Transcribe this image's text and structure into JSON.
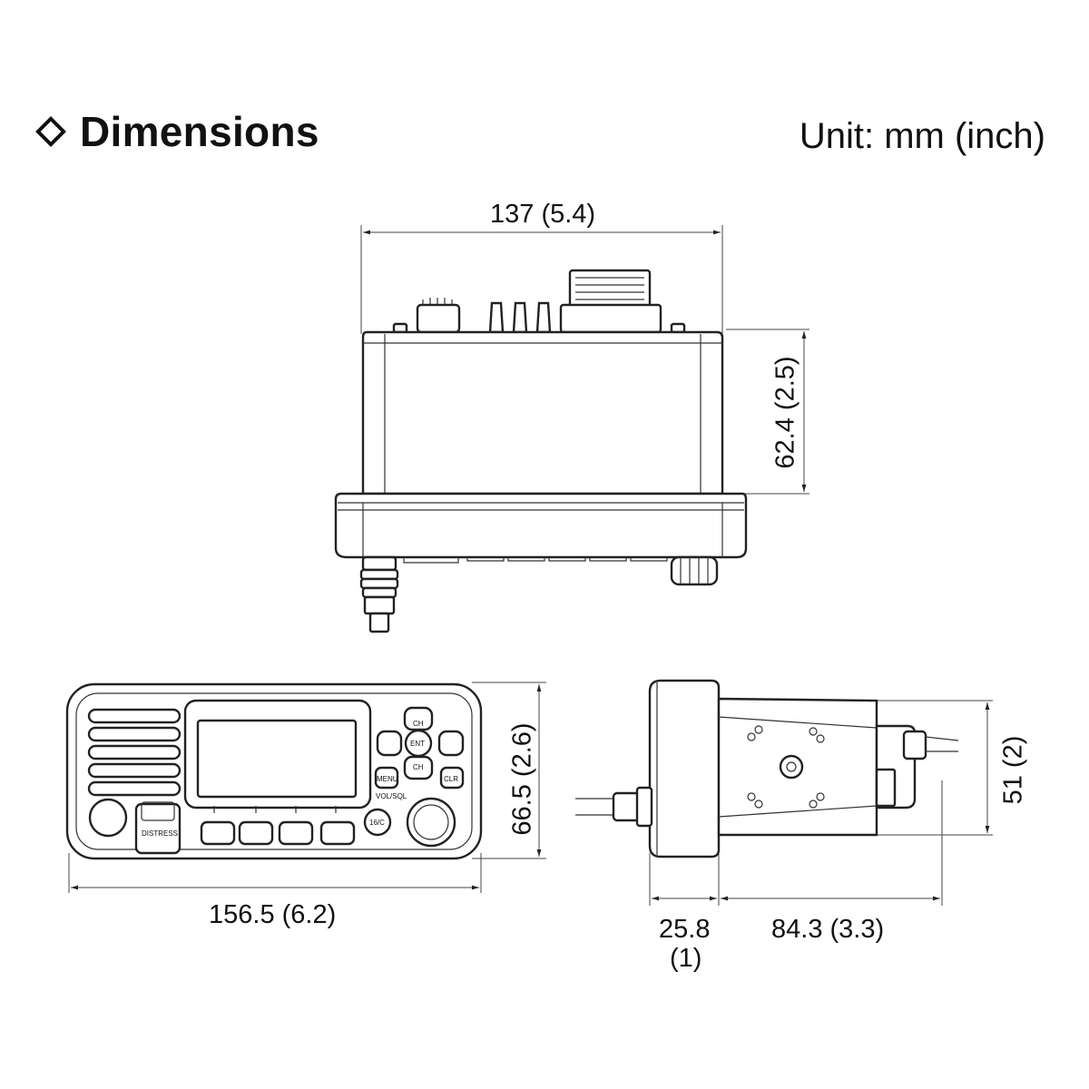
{
  "header": {
    "title": "Dimensions",
    "unit": "Unit: mm (inch)"
  },
  "dimensions": {
    "top_width": "137 (5.4)",
    "top_height": "62.4 (2.5)",
    "front_width": "156.5 (6.2)",
    "front_height": "66.5 (2.6)",
    "side_height": "51 (2)",
    "side_front_depth": "25.8",
    "side_front_depth_inch": "(1)",
    "side_body_depth": "84.3  (3.3)"
  },
  "front_panel": {
    "distress": "DISTRESS",
    "ch_up": "CH",
    "ch_down": "CH",
    "ent": "ENT",
    "menu": "MENU",
    "clr": "CLR",
    "sixteen_c": "16/C",
    "vol_sql": "VOL/SQL"
  },
  "icons": {
    "title_marker": "diamond-outline-icon"
  }
}
